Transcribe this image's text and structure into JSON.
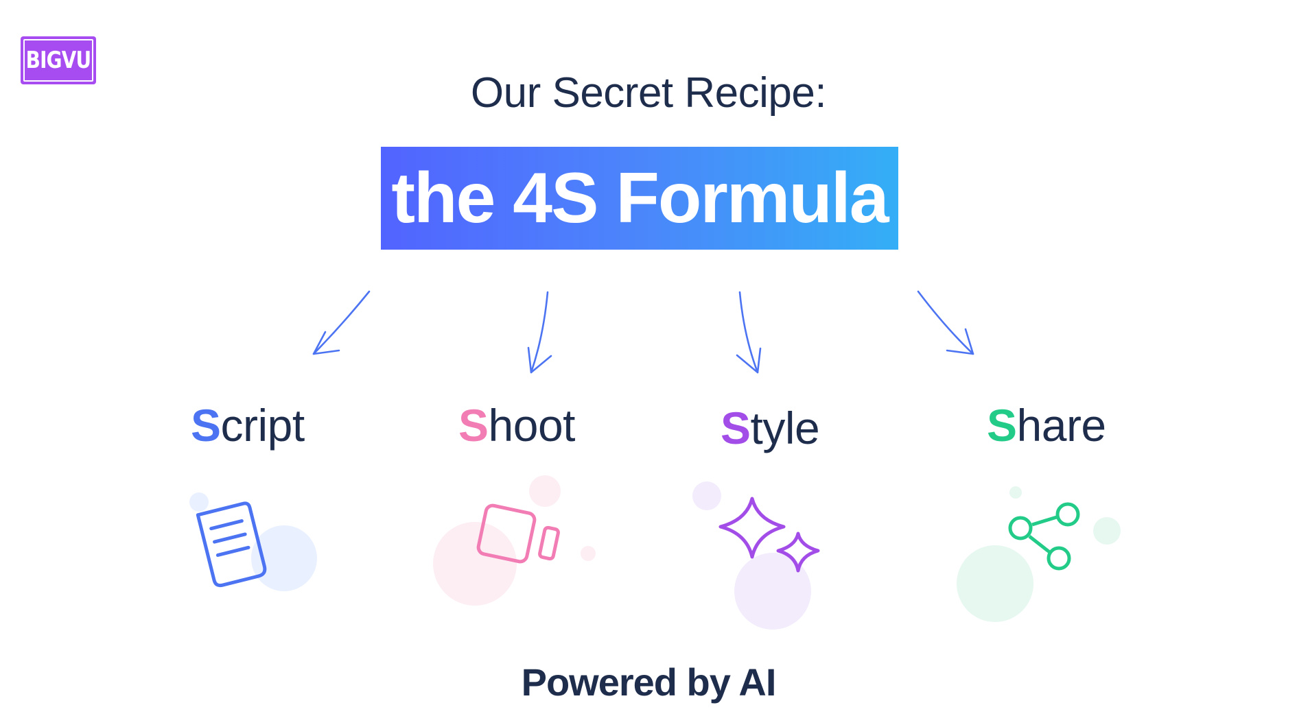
{
  "logo": {
    "text": "BIGVU",
    "color": "#a64cf0"
  },
  "subtitle": "Our Secret Recipe:",
  "banner": {
    "text": "the 4S Formula",
    "gradient": [
      "#5264ff",
      "#34aef6"
    ]
  },
  "steps": [
    {
      "first": "S",
      "rest": "cript",
      "color": "#4c74f2",
      "icon": "document-icon"
    },
    {
      "first": "S",
      "rest": "hoot",
      "color": "#f27db4",
      "icon": "camera-shoot-icon"
    },
    {
      "first": "S",
      "rest": "tyle",
      "color": "#a24de8",
      "icon": "sparkle-icon"
    },
    {
      "first": "S",
      "rest": "hare",
      "color": "#22cc88",
      "icon": "share-icon"
    }
  ],
  "text_color": "#1f2d4d",
  "arrow_color": "#4c74f2",
  "footer": "Powered by AI"
}
